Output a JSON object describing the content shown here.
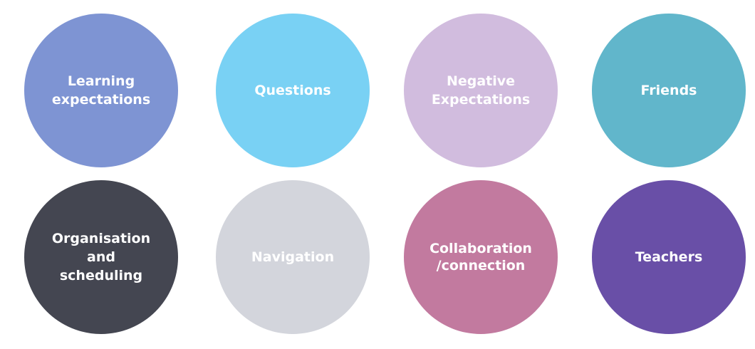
{
  "circles": [
    {
      "label": "Learning\nexpectations",
      "color": "#7e94d3"
    },
    {
      "label": "Questions",
      "color": "#79d1f4"
    },
    {
      "label": "Negative\nExpectations",
      "color": "#d1bcde"
    },
    {
      "label": "Friends",
      "color": "#61b6cb"
    },
    {
      "label": "Organisation\nand\nscheduling",
      "color": "#444651"
    },
    {
      "label": "Navigation",
      "color": "#d3d5dc"
    },
    {
      "label": "Collaboration\n/connection",
      "color": "#c27a9f"
    },
    {
      "label": "Teachers",
      "color": "#694fa7"
    }
  ]
}
